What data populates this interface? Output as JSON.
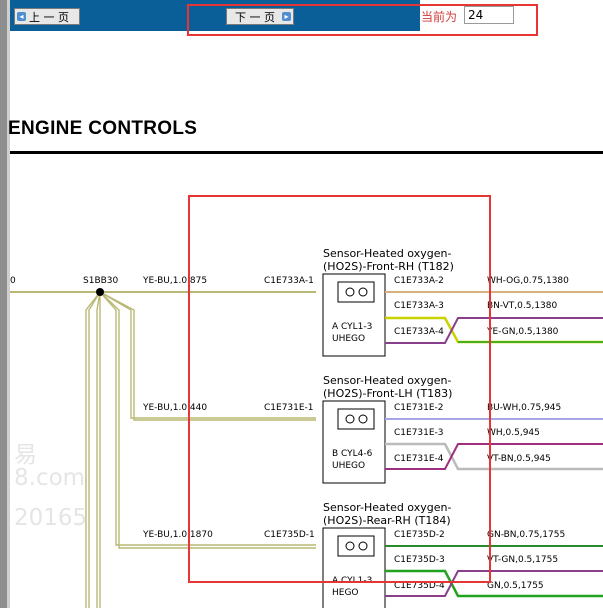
{
  "toolbar": {
    "prev_label": "上 一 页",
    "next_label": "下 一 页",
    "current_page_label": "当前为",
    "current_page_value": "24"
  },
  "page_title": "ENGINE CONTROLS",
  "splice": {
    "name": "S1BB30",
    "left_num": "0"
  },
  "sensors": [
    {
      "title1": "Sensor-Heated oxygen-",
      "title2": "(HO2S)-Front-RH (T182)",
      "inner1": "A CYL1-3",
      "inner2": "UHEGO",
      "left_wire": "YE-BU,1.0.875",
      "conn_in": "C1E733A-1",
      "pins": [
        "C1E733A-2",
        "C1E733A-3",
        "C1E733A-4"
      ],
      "wires": [
        "WH-OG,0.75,1380",
        "BN-VT,0.5,1380",
        "YE-GN,0.5,1380"
      ]
    },
    {
      "title1": "Sensor-Heated oxygen-",
      "title2": "(HO2S)-Front-LH (T183)",
      "inner1": "B CYL4-6",
      "inner2": "UHEGO",
      "left_wire": "YE-BU,1.0.440",
      "conn_in": "C1E731E-1",
      "pins": [
        "C1E731E-2",
        "C1E731E-3",
        "C1E731E-4"
      ],
      "wires": [
        "BU-WH,0.75,945",
        "WH,0.5,945",
        "VT-BN,0.5,945"
      ]
    },
    {
      "title1": "Sensor-Heated oxygen-",
      "title2": "(HO2S)-Rear-RH (T184)",
      "inner1": "A CYL1-3",
      "inner2": "HEGO",
      "left_wire": "YE-BU,1.0.1870",
      "conn_in": "C1E735D-1",
      "pins": [
        "C1E735D-2",
        "C1E735D-3",
        "C1E735D-4"
      ],
      "wires": [
        "GN-BN,0.75,1755",
        "VT-GN,0.5,1755",
        "GN,0.5,1755"
      ]
    }
  ],
  "watermark": [
    "易",
    "8.com",
    "20165"
  ],
  "colors": {
    "toolbar_bg": "#0a5f99",
    "highlight_red": "#e53535",
    "main_wire": "#b9b975",
    "wire_wh_og": "#d8b27a",
    "wire_bn_vt": "#8a3f8a",
    "wire_ye_gn": "#c9d200",
    "wire_bu_wh": "#a6a6e6",
    "wire_wh": "#bbbbbb",
    "wire_vt_bn": "#9e2e7e",
    "wire_gn_bn": "#2a8a2a",
    "wire_vt_gn": "#8a3f8a",
    "wire_gn": "#21a321"
  }
}
